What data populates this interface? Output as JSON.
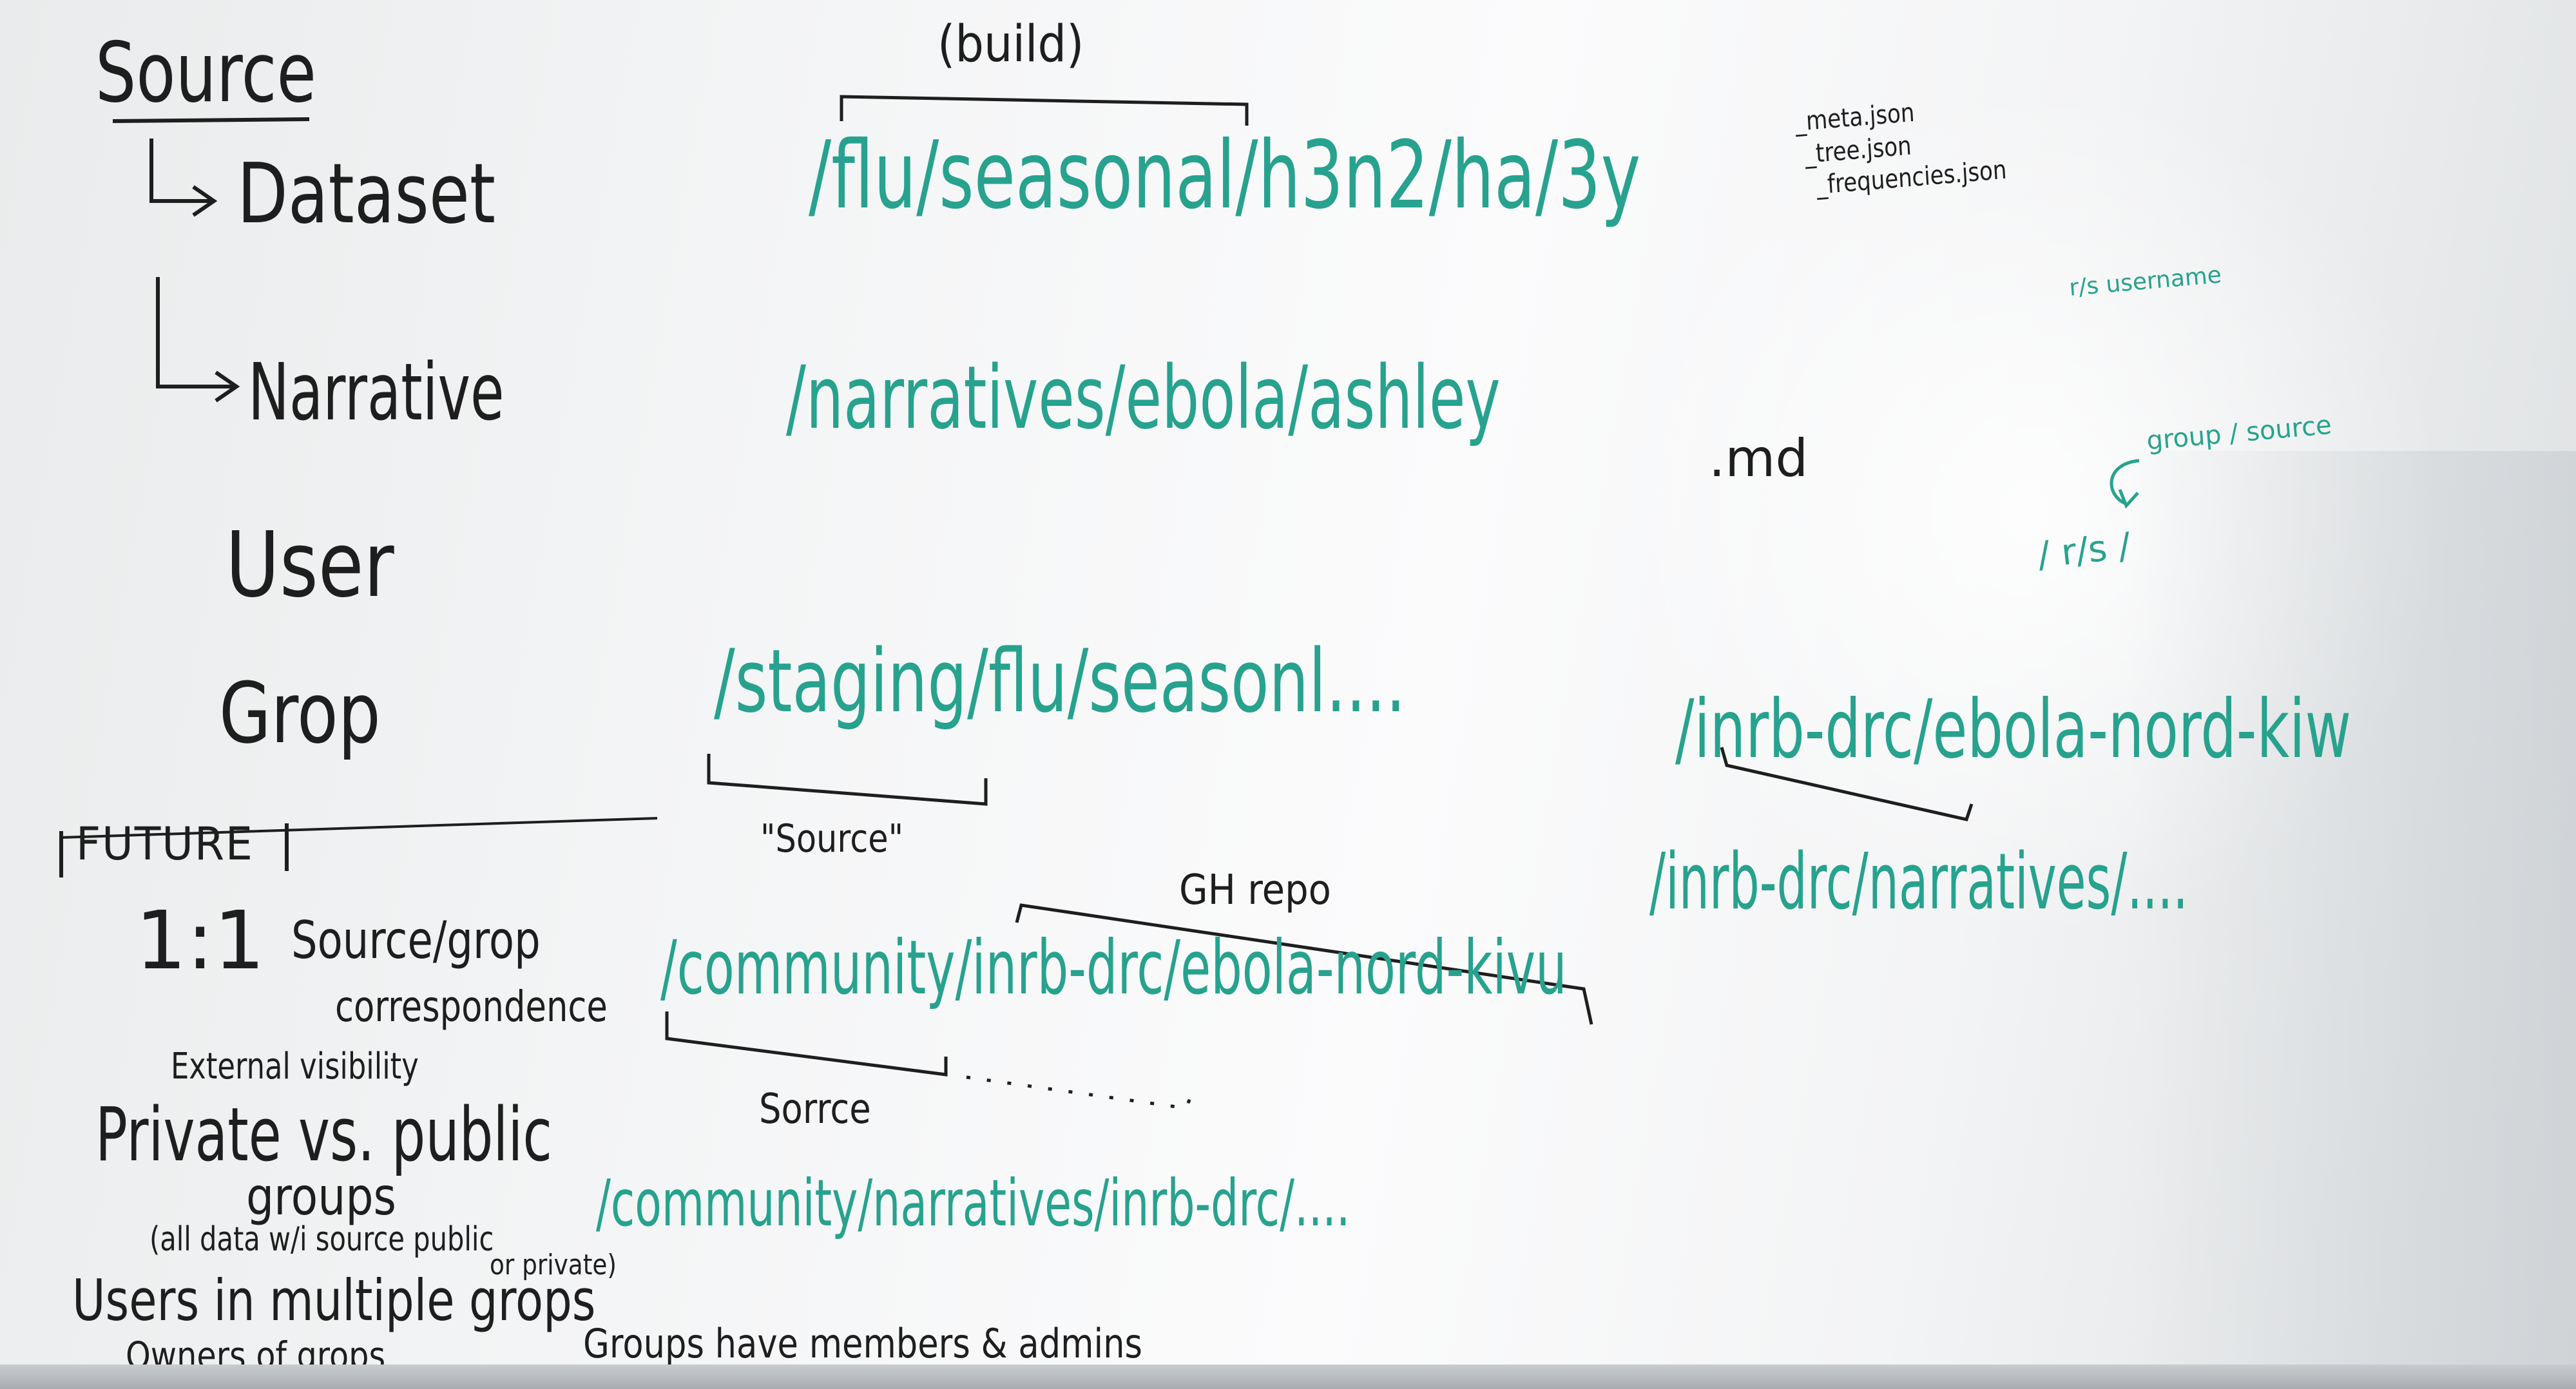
{
  "left_column": {
    "source": "Source",
    "dataset": "Dataset",
    "narrative": "Narrative",
    "user": "User",
    "group": "Grop"
  },
  "future": {
    "label": "FUTURE",
    "ratio": "1:1",
    "source_group": "Source/grop",
    "correspondence": "correspondence",
    "external_visibility": "External visibility",
    "private_public": "Private vs. public",
    "groups": "groups",
    "all_data_note": "(all data w/i source public",
    "or_private": "or private)",
    "users_multiple": "Users in  multiple grops",
    "owners": "Owners of grops"
  },
  "paths": {
    "build_label": "(build)",
    "flu_path": "/flu/seasonal/h3n2/ha/3y",
    "narratives_path": "/narratives/ebola/ashley",
    "md_ext": ".md",
    "staging_path": "/staging/flu/seasonl....",
    "source_label_1": "\"Source\"",
    "gh_repo_label": "GH repo",
    "community_path": "/community/inrb-drc/ebola-nord-kivu",
    "source_label_2": "Sorrce",
    "community_narratives_path": "/community/narratives/inrb-drc/....",
    "groups_members": "Groups have members & admins",
    "inrb_path": "/inrb-drc/ebola-nord-kiw",
    "inrb_narratives_path": "/inrb-drc/narratives/...."
  },
  "json_notes": {
    "meta": "_meta.json",
    "tree": "_tree.json",
    "frequencies": "_frequencies.json"
  },
  "teal_notes": {
    "note_1": "r/s username",
    "note_2": "group / source",
    "note_3": "/ r/s /"
  }
}
